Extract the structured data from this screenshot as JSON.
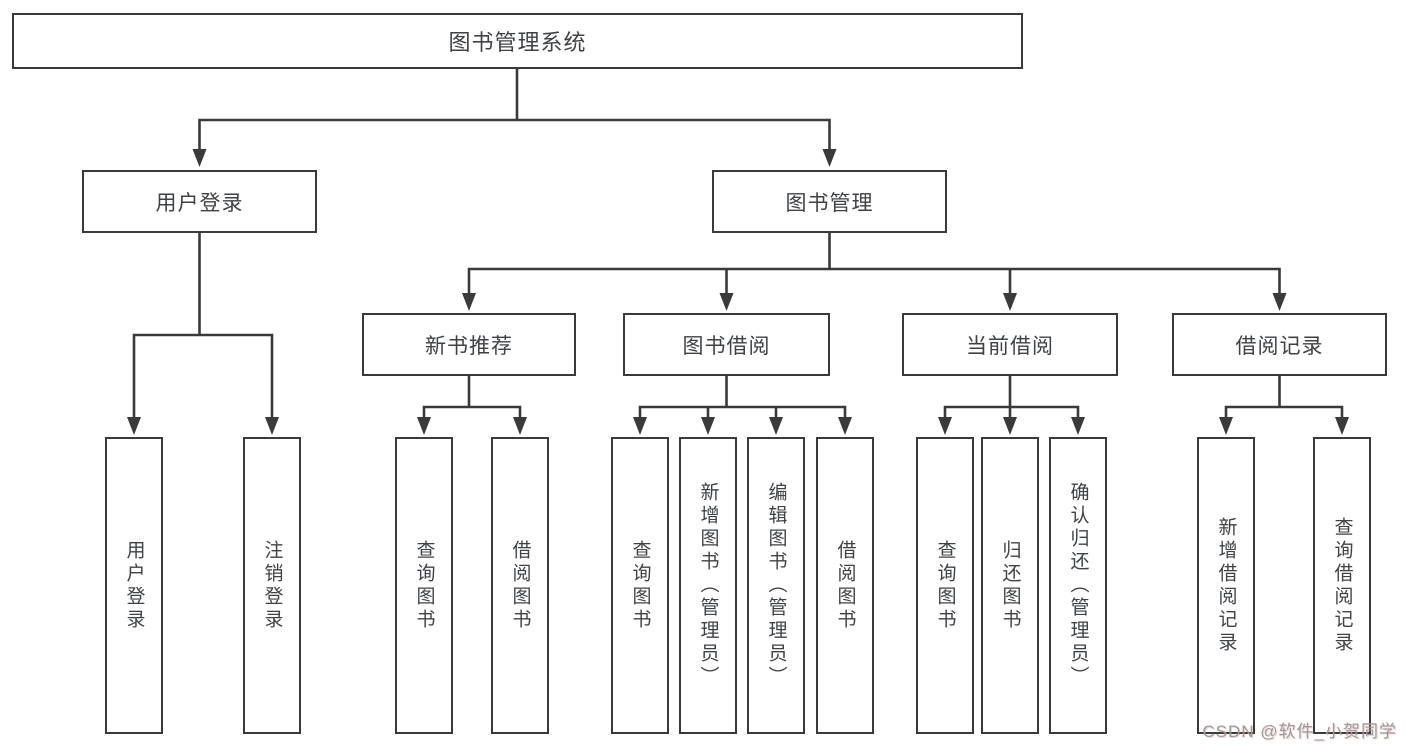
{
  "diagram": {
    "root": {
      "label": "图书管理系统"
    },
    "user_login_branch": {
      "label": "用户登录",
      "children": [
        {
          "label": "用户登录"
        },
        {
          "label": "注销登录"
        }
      ]
    },
    "book_mgmt_branch": {
      "label": "图书管理",
      "children": [
        {
          "label": "新书推荐",
          "children": [
            {
              "label": "查询图书"
            },
            {
              "label": "借阅图书"
            }
          ]
        },
        {
          "label": "图书借阅",
          "children": [
            {
              "label": "查询图书"
            },
            {
              "label": "新增图书（管理员）"
            },
            {
              "label": "编辑图书（管理员）"
            },
            {
              "label": "借阅图书"
            }
          ]
        },
        {
          "label": "当前借阅",
          "children": [
            {
              "label": "查询图书"
            },
            {
              "label": "归还图书"
            },
            {
              "label": "确认归还（管理员）"
            }
          ]
        },
        {
          "label": "借阅记录",
          "children": [
            {
              "label": "新增借阅记录"
            },
            {
              "label": "查询借阅记录"
            }
          ]
        }
      ]
    },
    "watermark": "CSDN @软件_小贺同学",
    "line_color": "#3a3a3a"
  }
}
